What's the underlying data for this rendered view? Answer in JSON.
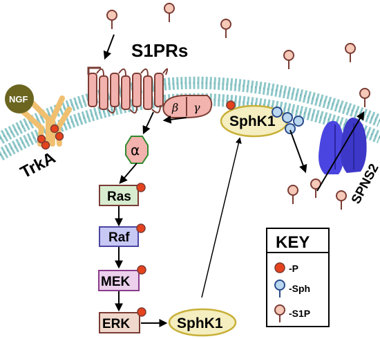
{
  "receptor_label": "S1PRs",
  "ngf_label": "NGF",
  "trka_label": "TrkA",
  "spns2_label": "SPNS2",
  "g_alpha": "α",
  "g_beta": "β",
  "g_gamma": "γ",
  "cascade": [
    "Ras",
    "Raf",
    "MEK",
    "ERK"
  ],
  "sphk1_membrane": "SphK1",
  "sphk1_cytosol": "SphK1",
  "key": {
    "title": "KEY",
    "items": [
      {
        "symbol": "phosphate",
        "label": "-P"
      },
      {
        "symbol": "sph",
        "label": "-Sph"
      },
      {
        "symbol": "s1p",
        "label": "-S1P"
      }
    ]
  },
  "colors": {
    "membrane": "#8ec7c9",
    "receptor": "#f2b2ad",
    "receptor_stroke": "#7a3b33",
    "phosphate": "#e5431e",
    "sph": "#b9d7ef",
    "s1p": "#f5c8b8",
    "spns2": "#4a45e0",
    "ngf": "#6b6520",
    "trka": "#f0c070",
    "ras": "#d8edd0",
    "raf": "#c8c8f5",
    "mek": "#ecd0ec",
    "erk": "#f0d8cc",
    "sphk1": "#f4eec0",
    "sphk1_stroke": "#c8b038"
  }
}
